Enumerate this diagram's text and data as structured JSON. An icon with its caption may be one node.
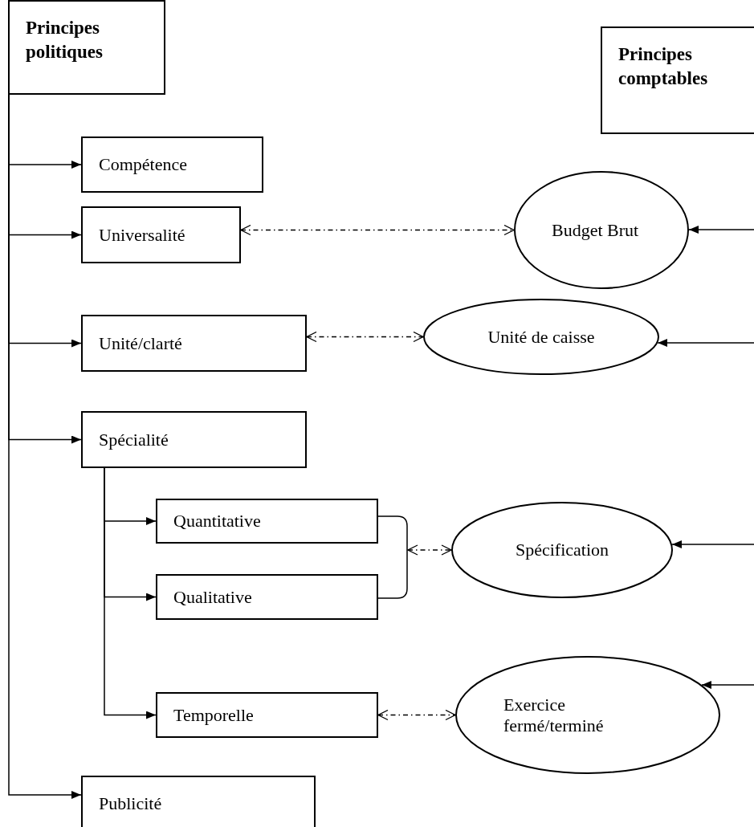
{
  "diagram": {
    "nodes": [
      {
        "text": [
          "Principes politiques"
        ]
      },
      {
        "text": [
          "Principes comptables"
        ]
      },
      {
        "text": [
          "Compétence"
        ]
      },
      {
        "text": [
          "Universalité"
        ]
      },
      {
        "text": [
          "Unité/clarté"
        ]
      },
      {
        "text": [
          "Spécialité"
        ]
      },
      {
        "text": [
          "Quantitative"
        ]
      },
      {
        "text": [
          "Qualitative"
        ]
      },
      {
        "text": [
          "Temporelle"
        ]
      },
      {
        "text": [
          "Publicité"
        ]
      },
      {
        "text": [
          "Budget Brut"
        ]
      },
      {
        "text": [
          "Unité de caisse"
        ]
      },
      {
        "text": [
          "Spécification"
        ]
      },
      {
        "text": [
          "Exercice fermé/terminé"
        ]
      },
      {
        "text": [],
        "shape": "bracket"
      }
    ],
    "edges": [
      {
        "from": 0,
        "to": 2,
        "arrow": "to"
      },
      {
        "from": 0,
        "to": 3,
        "arrow": "to"
      },
      {
        "from": 0,
        "to": 4,
        "arrow": "to"
      },
      {
        "from": 0,
        "to": 5,
        "arrow": "to"
      },
      {
        "from": 0,
        "to": 9,
        "arrow": "to"
      },
      {
        "from": 5,
        "to": 6,
        "arrow": "to"
      },
      {
        "from": 5,
        "to": 7,
        "arrow": "to"
      },
      {
        "from": 5,
        "to": 8,
        "arrow": "to"
      },
      {
        "from": 3,
        "to": 10,
        "arrow": "both",
        "style": "dashed"
      },
      {
        "from": 4,
        "to": 11,
        "arrow": "both",
        "style": "dashed"
      },
      {
        "from": 6,
        "to": 14,
        "arrow": "none"
      },
      {
        "from": 7,
        "to": 14,
        "arrow": "none"
      },
      {
        "from": 14,
        "to": 12,
        "arrow": "both",
        "style": "dashed"
      },
      {
        "from": 8,
        "to": 13,
        "arrow": "both",
        "style": "dashed"
      },
      {
        "from": null,
        "to": 10,
        "arrow": "to"
      },
      {
        "from": null,
        "to": 11,
        "arrow": "to"
      },
      {
        "from": null,
        "to": 12,
        "arrow": "to"
      },
      {
        "from": null,
        "to": 13,
        "arrow": "to"
      }
    ]
  }
}
